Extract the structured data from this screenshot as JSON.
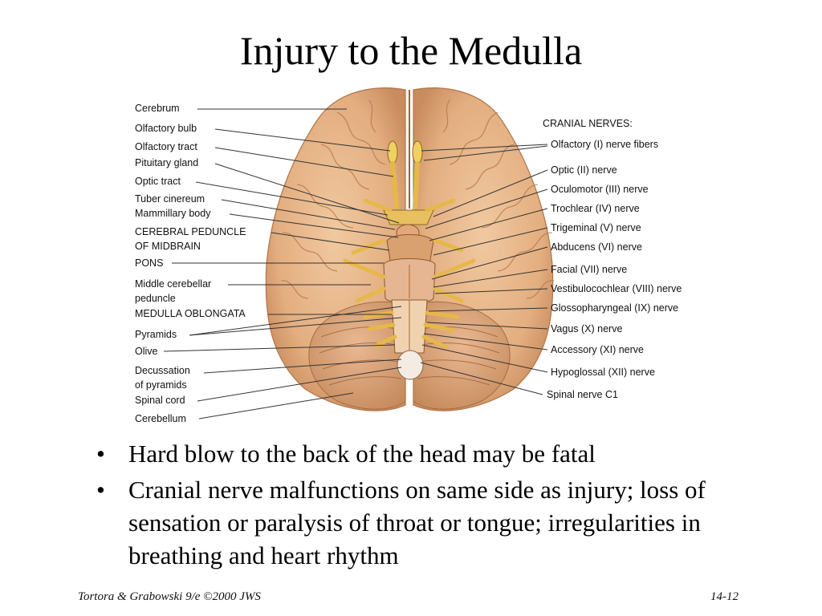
{
  "slide": {
    "title": "Injury to the Medulla",
    "bullets": [
      "Hard blow to the back of the head may be fatal",
      "Cranial nerve malfunctions on same side as injury; loss of sensation or paralysis of throat or tongue; irregularities in breathing and heart rhythm"
    ],
    "footer_left": "Tortora & Grabowski 9/e ©2000 JWS",
    "footer_right": "14-12"
  },
  "figure": {
    "left_labels": [
      "Cerebrum",
      "Olfactory bulb",
      "Olfactory tract",
      "Pituitary gland",
      "Optic tract",
      "Tuber cinereum",
      "Mammillary body",
      "CEREBRAL PEDUNCLE",
      "OF MIDBRAIN",
      "PONS",
      "Middle cerebellar",
      "peduncle",
      "MEDULLA OBLONGATA",
      "Pyramids",
      "Olive",
      "Decussation",
      "of pyramids",
      "Spinal cord",
      "Cerebellum"
    ],
    "right_heading": "CRANIAL NERVES:",
    "right_labels": [
      "Olfactory (I) nerve fibers",
      "Optic (II) nerve",
      "Oculomotor (III) nerve",
      "Trochlear (IV) nerve",
      "Trigeminal (V) nerve",
      "Abducens (VI) nerve",
      "Facial (VII) nerve",
      "Vestibulocochlear (VIII) nerve",
      "Glossopharyngeal (IX) nerve",
      "Vagus (X) nerve",
      "Accessory (XI) nerve",
      "Hypoglossal (XII) nerve",
      "Spinal nerve C1"
    ],
    "colors": {
      "brain_fill": "#e8b98c",
      "brain_shadow": "#c98c5e",
      "sulcus": "#b5764a",
      "nerve": "#e6b84a",
      "leader_line": "#333333"
    }
  }
}
